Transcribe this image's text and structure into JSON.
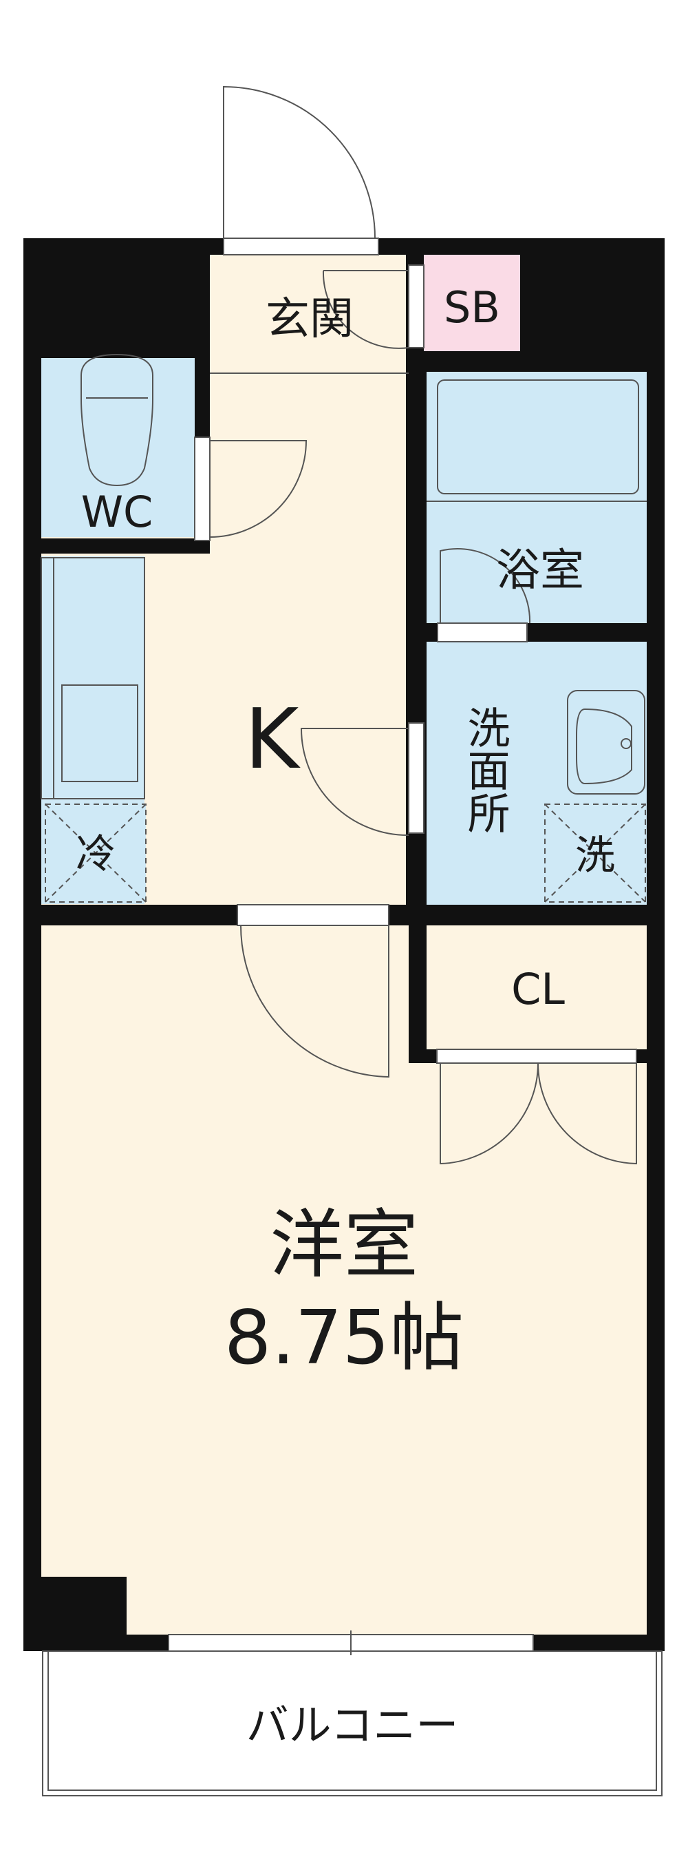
{
  "rooms": {
    "entrance": "玄関",
    "shoe_box": "SB",
    "toilet": "WC",
    "bathroom": "浴室",
    "kitchen": "K",
    "washroom": "洗面所",
    "fridge": "冷",
    "washer": "洗",
    "closet": "CL",
    "western_room": "洋室",
    "western_room_size": "8.75帖",
    "balcony": "バルコニー"
  },
  "colors": {
    "wall": "#111111",
    "floor_wood": "#fdf4e2",
    "wet_area": "#cfe9f6",
    "storage": "#fadbe6",
    "line": "#555555"
  }
}
